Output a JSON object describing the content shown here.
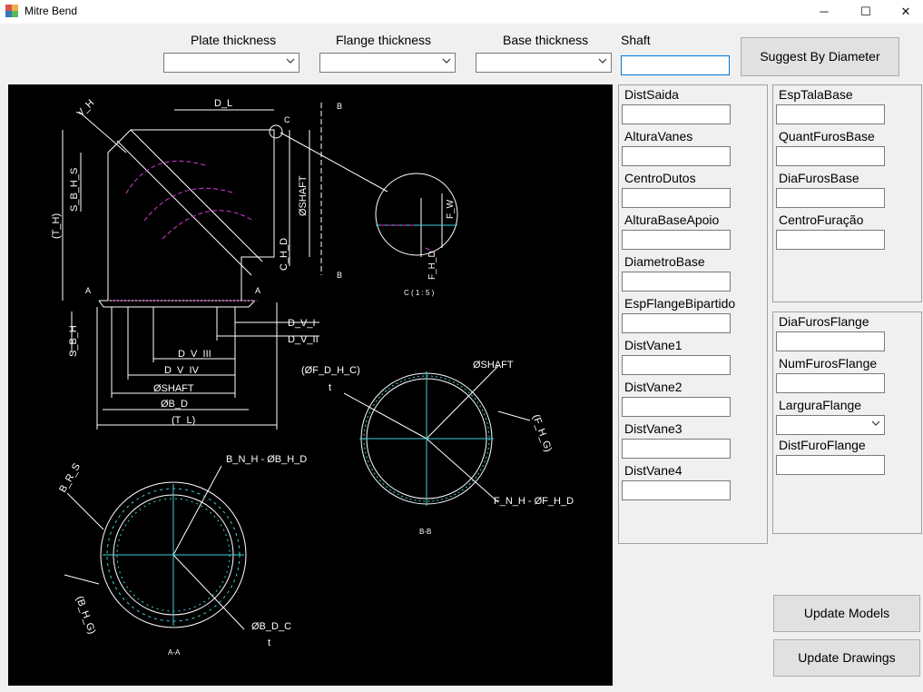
{
  "window": {
    "title": "Mitre Bend",
    "minimize": "─",
    "maximize": "☐",
    "close": "✕"
  },
  "toolbar": {
    "plate_thickness_label": "Plate thickness",
    "flange_thickness_label": "Flange thickness",
    "base_thickness_label": "Base thickness",
    "shaft_label": "Shaft",
    "plate_thickness_value": "",
    "flange_thickness_value": "",
    "base_thickness_value": "",
    "shaft_value": "",
    "suggest_button": "Suggest By Diameter"
  },
  "drawing": {
    "labels": {
      "dl": "D_L",
      "vh": "V_H",
      "c": "C",
      "b": "B",
      "th": "(T_H)",
      "sbhs": "S_B_H_S",
      "shaft": "ØSHAFT",
      "chd": "C_H_D",
      "a": "A",
      "sbh": "S_B_H",
      "dvi": "D_V_I",
      "dvii": "D_V_II",
      "dviii": "D_V_III",
      "dviv": "D_V_IV",
      "shaft2": "ØSHAFT",
      "obd": "ØB_D",
      "tl": "(T_L)",
      "fw": "F_W",
      "fhd": "F_H_D",
      "c15": "C ( 1 : 5 )",
      "ofdhc": "(ØF_D_H_C)",
      "t1": "t",
      "shaft3": "ØSHAFT",
      "fhg": "(F_H_G)",
      "fnh": "F_N_H - ØF_H_D",
      "bb": "B-B",
      "bnh": "B_N_H - ØB_H_D",
      "brs": "B_R_S",
      "bhg": "(B_H_G)",
      "obdc": "ØB_D_C",
      "t2": "t",
      "aa": "A-A"
    }
  },
  "middle_group": {
    "fields": [
      {
        "label": "DistSaida",
        "value": ""
      },
      {
        "label": "AlturaVanes",
        "value": ""
      },
      {
        "label": "CentroDutos",
        "value": ""
      },
      {
        "label": "AlturaBaseApoio",
        "value": ""
      },
      {
        "label": "DiametroBase",
        "value": ""
      },
      {
        "label": "EspFlangeBipartido",
        "value": ""
      },
      {
        "label": "DistVane1",
        "value": ""
      },
      {
        "label": "DistVane2",
        "value": ""
      },
      {
        "label": "DistVane3",
        "value": ""
      },
      {
        "label": "DistVane4",
        "value": ""
      }
    ]
  },
  "base_group": {
    "fields": [
      {
        "label": "EspTalaBase",
        "value": ""
      },
      {
        "label": "QuantFurosBase",
        "value": ""
      },
      {
        "label": "DiaFurosBase",
        "value": ""
      },
      {
        "label": "CentroFuração",
        "value": ""
      }
    ]
  },
  "flange_group": {
    "dia_furos_label": "DiaFurosFlange",
    "dia_furos_value": "",
    "num_furos_label": "NumFurosFlange",
    "num_furos_value": "",
    "largura_label": "LarguraFlange",
    "largura_value": "",
    "dist_furo_label": "DistFuroFlange",
    "dist_furo_value": ""
  },
  "actions": {
    "update_models": "Update Models",
    "update_drawings": "Update Drawings"
  }
}
